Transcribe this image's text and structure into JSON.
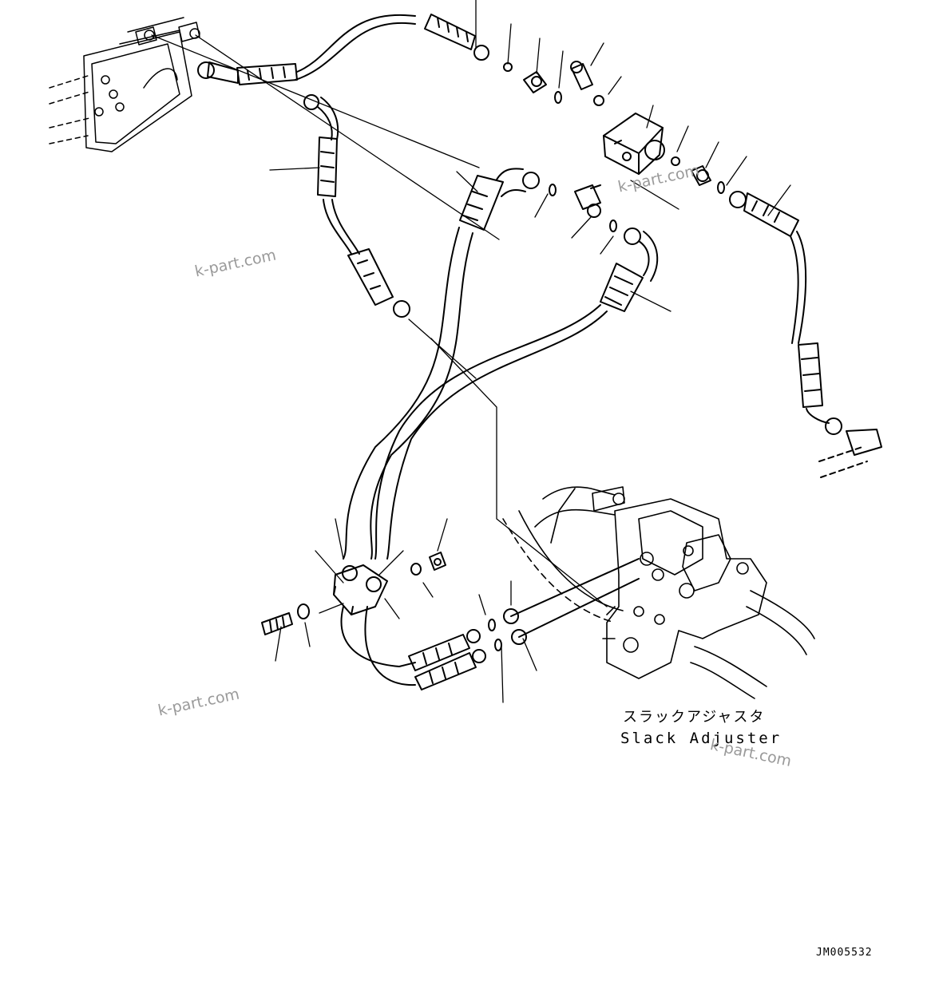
{
  "diagram": {
    "caption_jp": "スラックアジャスタ",
    "caption_en": "Slack Adjuster",
    "drawing_id": "JM005532",
    "watermark": "k-part.com",
    "line_color": "#000000",
    "watermark_color": "#9a9a9a",
    "background_color": "#ffffff"
  }
}
